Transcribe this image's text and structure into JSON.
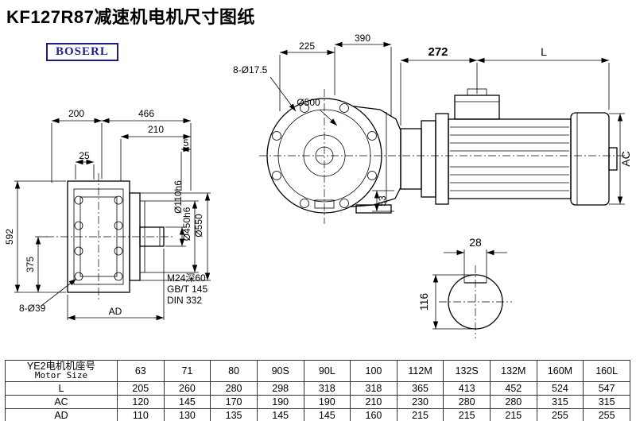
{
  "page": {
    "title": "KF127R87减速机电机尺寸图纸",
    "logo": "BOSERL"
  },
  "front_view": {
    "d200": "200",
    "d466": "466",
    "d210": "210",
    "d5": "5",
    "d25": "25",
    "d592": "592",
    "d375": "375",
    "holes": "8-Ø39",
    "dAD": "AD",
    "thread": "M24深60",
    "std1": "GB/T 145",
    "std2": "DIN 332",
    "d110": "Ø110h6",
    "d450": "Ø450h6",
    "d550": "Ø550"
  },
  "side_view": {
    "d225": "225",
    "d390": "390",
    "holes": "8-Ø17.5",
    "d500": "Ø500",
    "d272": "272",
    "dL": "L",
    "dAC": "AC",
    "d53": "53"
  },
  "shaft_view": {
    "d28": "28",
    "d116": "116"
  },
  "table": {
    "header_cn": "YE2电机机座号",
    "header_en": "Motor Size",
    "sizes": [
      "63",
      "71",
      "80",
      "90S",
      "90L",
      "100",
      "112M",
      "132S",
      "132M",
      "160M",
      "160L"
    ],
    "rows": [
      {
        "label": "L",
        "values": [
          "205",
          "260",
          "280",
          "298",
          "318",
          "318",
          "365",
          "413",
          "452",
          "524",
          "547"
        ]
      },
      {
        "label": "AC",
        "values": [
          "120",
          "145",
          "170",
          "190",
          "190",
          "210",
          "230",
          "280",
          "280",
          "315",
          "315"
        ]
      },
      {
        "label": "AD",
        "values": [
          "110",
          "130",
          "135",
          "145",
          "145",
          "160",
          "215",
          "215",
          "215",
          "255",
          "255"
        ]
      }
    ]
  }
}
